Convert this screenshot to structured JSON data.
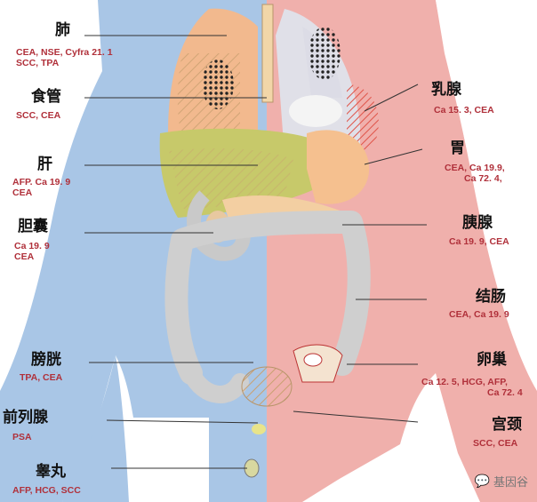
{
  "organs": {
    "lung": {
      "name": "肺",
      "markers_line1": "CEA, NSE, Cyfra 21. 1",
      "markers_line2": "SCC, TPA"
    },
    "esophagus": {
      "name": "食管",
      "markers": "SCC, CEA"
    },
    "liver": {
      "name": "肝",
      "markers_line1": "AFP. Ca 19. 9",
      "markers_line2": "CEA"
    },
    "gallbladder": {
      "name": "胆囊",
      "markers_line1": "Ca 19. 9",
      "markers_line2": "CEA"
    },
    "bladder": {
      "name": "膀胱",
      "markers": "TPA, CEA"
    },
    "prostate": {
      "name": "前列腺",
      "markers": "PSA"
    },
    "testis": {
      "name": "睾丸",
      "markers": "AFP, HCG, SCC"
    },
    "breast": {
      "name": "乳腺",
      "markers": "Ca 15. 3, CEA"
    },
    "stomach": {
      "name": "胃",
      "markers_line1": "CEA, Ca 19.9,",
      "markers_line2": "Ca 72. 4,"
    },
    "pancreas": {
      "name": "胰腺",
      "markers": "Ca 19. 9, CEA"
    },
    "colon": {
      "name": "结肠",
      "markers": "CEA, Ca 19. 9"
    },
    "ovary": {
      "name": "卵巢",
      "markers_line1": "Ca 12. 5, HCG, AFP,",
      "markers_line2": "Ca 72. 4"
    },
    "cervix": {
      "name": "宫颈",
      "markers": "SCC, CEA"
    }
  },
  "watermark": {
    "icon": "wechat-icon",
    "text": "基因谷"
  },
  "colors": {
    "male_side": "#a9c6e6",
    "female_side": "#f0b0ac",
    "marker_text": "#b0303a",
    "lung": "#f2b98e",
    "liver": "#c7c96a",
    "intestine": "#cfcfcf",
    "stomach": "#f5c08f"
  }
}
